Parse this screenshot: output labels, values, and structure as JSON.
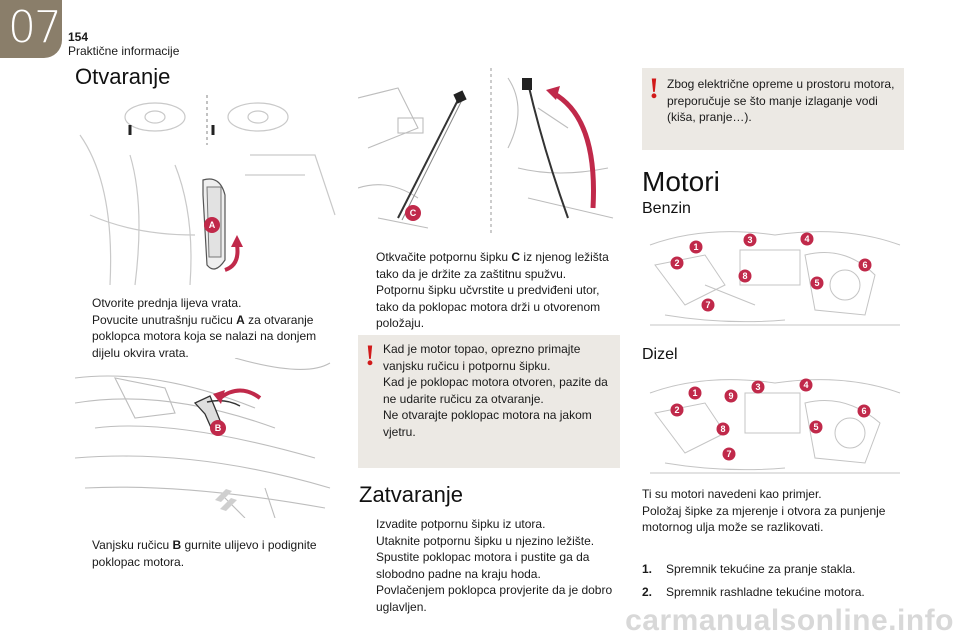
{
  "header": {
    "chapter": "07",
    "page_number": "154",
    "section": "Praktične informacije"
  },
  "left": {
    "title": "Otvaranje",
    "callout_a": "A",
    "steps1": [
      {
        "mark": "",
        "text": "Otvorite prednja lijeva vrata."
      },
      {
        "mark": "",
        "pre": "Povucite unutrašnju ručicu ",
        "bold": "A",
        "post": " za otvaranje poklopca motora koja se nalazi na donjem dijelu okvira vrata."
      }
    ],
    "callout_b": "B",
    "steps2": [
      {
        "mark": "",
        "pre": "Vanjsku ručicu ",
        "bold": "B",
        "post": " gurnite ulijevo i podignite poklopac motora."
      }
    ]
  },
  "middle": {
    "callout_c": "C",
    "steps": [
      {
        "mark": "",
        "pre": "Otkvačite potpornu šipku ",
        "bold": "C",
        "post": " iz njenog ležišta tako da je držite za zaštitnu spužvu."
      },
      {
        "mark": "",
        "text": "Potpornu šipku učvrstite u predviđeni utor, tako da poklopac motora drži u otvorenom položaju."
      }
    ],
    "warning": {
      "mark": "!",
      "lines": [
        "Kad je motor topao, oprezno primajte vanjsku ručicu i potpornu šipku.",
        "Kad je poklopac motora otvoren, pazite da ne udarite ručicu za otvaranje.",
        "Ne otvarajte poklopac motora na jakom vjetru."
      ]
    },
    "close_title": "Zatvaranje",
    "close_steps": [
      {
        "mark": "",
        "text": "Izvadite potpornu šipku iz utora."
      },
      {
        "mark": "",
        "text": "Utaknite potpornu šipku u njezino ležište."
      },
      {
        "mark": "",
        "text": "Spustite poklopac motora i pustite ga da slobodno padne na kraju hoda."
      },
      {
        "mark": "",
        "text": "Povlačenjem poklopca provjerite da je dobro uglavljen."
      }
    ]
  },
  "right": {
    "warning": {
      "mark": "!",
      "text": "Zbog električne opreme u prostoru motora, preporučuje se što manje izlaganje vodi (kiša, pranje…)."
    },
    "title": "Motori",
    "petrol": "Benzin",
    "petrol_labels": [
      "1",
      "2",
      "3",
      "4",
      "5",
      "6",
      "7",
      "8"
    ],
    "diesel": "Dizel",
    "diesel_labels": [
      "1",
      "2",
      "3",
      "4",
      "5",
      "6",
      "7",
      "8",
      "9"
    ],
    "intro": "Ti su motori navedeni kao primjer.\nPoložaj šipke za mjerenje i otvora za punjenje motornog ulja može se razlikovati.",
    "list": [
      {
        "num": "1.",
        "text": "Spremnik tekućine za pranje stakla."
      },
      {
        "num": "2.",
        "text": "Spremnik rashladne tekućine motora."
      }
    ]
  },
  "watermark": "carmanualsonline.info",
  "colors": {
    "tab": "#8a7e6a",
    "callout": "#c0294a",
    "warning_bg": "#ece9e4",
    "warning_mark": "#d11a1a"
  }
}
